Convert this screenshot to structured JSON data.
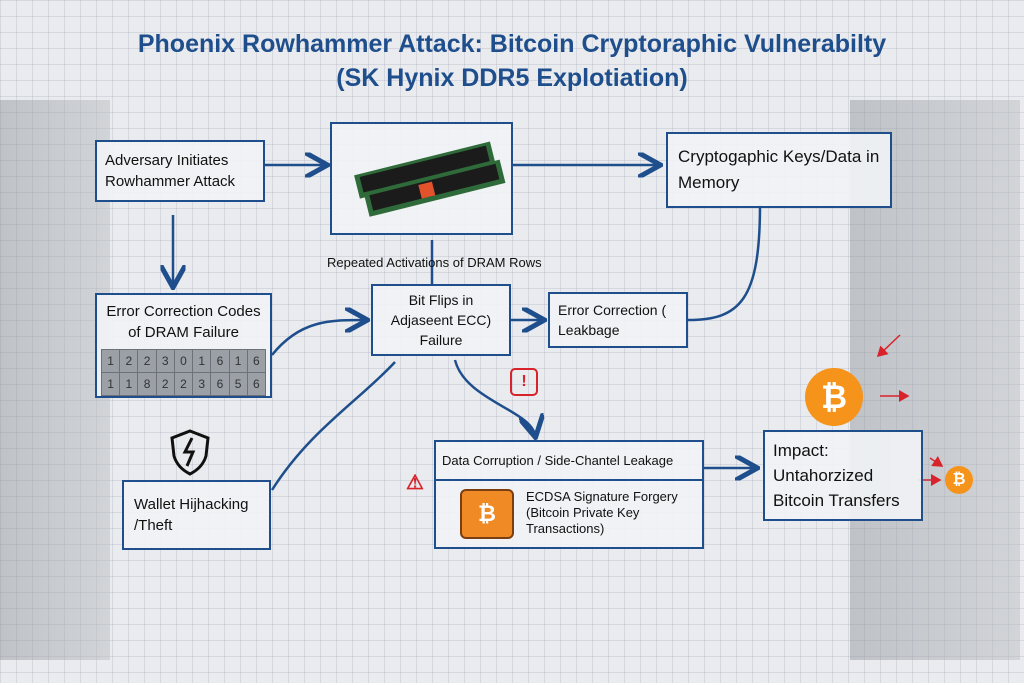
{
  "title": {
    "line1": "Phoenix Rowhammer Attack: Bitcoin Cryptoraphic Vulnerabilty",
    "line2": "(SK Hynix DDR5 Explotiation)"
  },
  "nodes": {
    "adversary": "Adversary Initiates Rowhammer Attack",
    "ram_label": "Repeated Activations of DRAM Rows",
    "crypto_keys": "Cryptogaphic Keys/Data in Memory",
    "ecc_codes": "Error Correction Codes of DRAM Failure",
    "bit_flips": "Bit Flips in Adjaseent ECC) Failure",
    "ecc_leakage": "Error Correction ( Leakbage",
    "data_corruption": "Data Corruption / Side-Chantel Leakage",
    "ecdsa": "ECDSA Signature Forgery (Bitcoin Private Key Transactions)",
    "impact": "Impact: Untahorzized Bitcoin Transfers",
    "wallet": "Wallet Hijhacking /Theft"
  },
  "ecc_table": [
    [
      "1",
      "2",
      "2",
      "3",
      "0",
      "1",
      "6",
      "1",
      "6"
    ],
    [
      "1",
      "1",
      "8",
      "2",
      "2",
      "3",
      "6",
      "5",
      "6"
    ]
  ],
  "icons": {
    "bitcoin": "₿",
    "warning": "!"
  },
  "colors": {
    "accent": "#1f4e8c",
    "bitcoin": "#f5931a",
    "alert": "#d9232a"
  }
}
